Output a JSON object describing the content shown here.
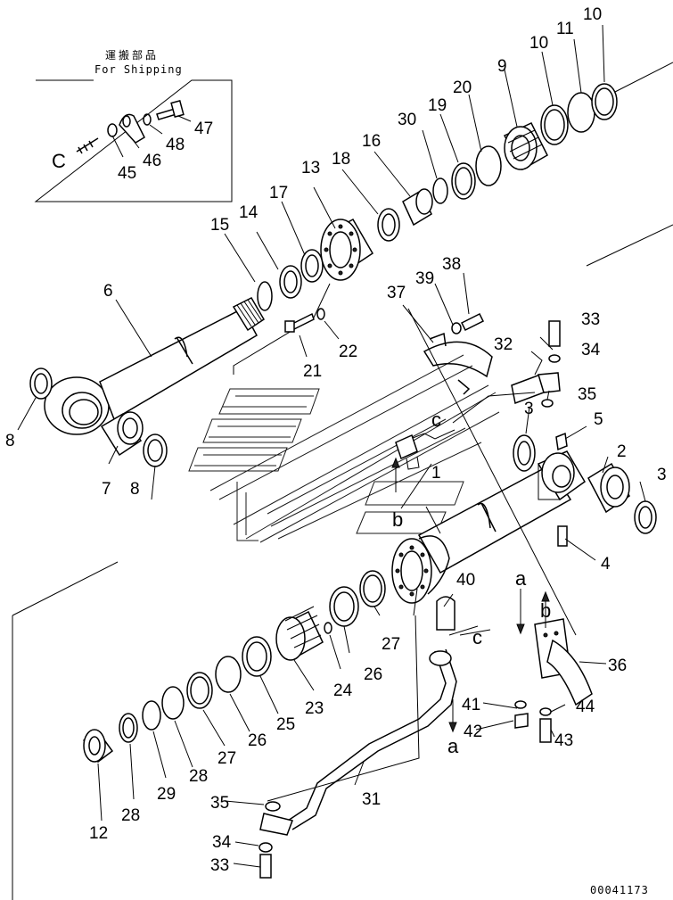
{
  "shipping_box": {
    "title_jp": "運搬部品",
    "title_en": "For Shipping",
    "connector_letter": "C"
  },
  "callouts": {
    "p1": "1",
    "p2": "2",
    "p3a": "3",
    "p3b": "3",
    "p4": "4",
    "p5": "5",
    "p6": "6",
    "p7": "7",
    "p8a": "8",
    "p8b": "8",
    "p9": "9",
    "p10a": "10",
    "p10b": "10",
    "p11": "11",
    "p12": "12",
    "p13": "13",
    "p14": "14",
    "p15": "15",
    "p16": "16",
    "p17": "17",
    "p18": "18",
    "p19": "19",
    "p20": "20",
    "p21": "21",
    "p22": "22",
    "p23": "23",
    "p24": "24",
    "p25": "25",
    "p26a": "26",
    "p26b": "26",
    "p27a": "27",
    "p27b": "27",
    "p28a": "28",
    "p28b": "28",
    "p29": "29",
    "p30": "30",
    "p31": "31",
    "p32": "32",
    "p33a": "33",
    "p33b": "33",
    "p34a": "34",
    "p34b": "34",
    "p35a": "35",
    "p35b": "35",
    "p36": "36",
    "p37": "37",
    "p38": "38",
    "p39": "39",
    "p40": "40",
    "p41": "41",
    "p42": "42",
    "p43": "43",
    "p44": "44",
    "p45": "45",
    "p46": "46",
    "p47": "47",
    "p48": "48"
  },
  "flow_letters": {
    "a_top": "a",
    "b_top": "b",
    "c_top": "c",
    "a_bottom": "a",
    "b_mid": "b",
    "c_mid": "c"
  },
  "footer": {
    "drawing_number": "00041173"
  }
}
